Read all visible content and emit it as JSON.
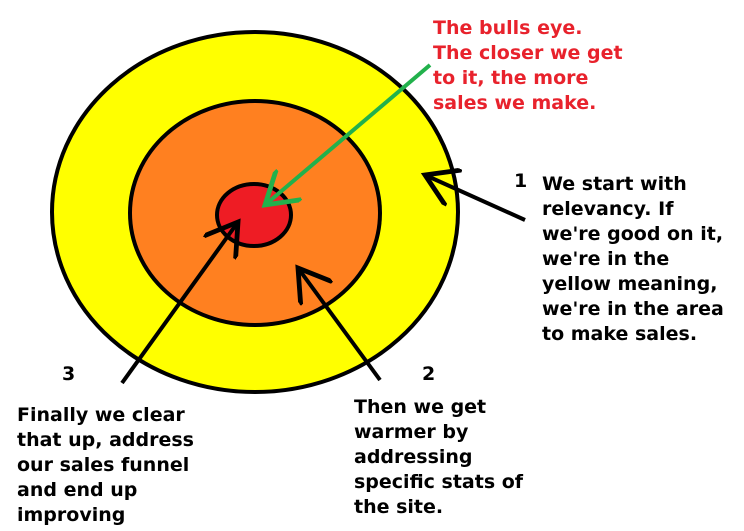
{
  "colors": {
    "outer_ring": "#ffff00",
    "middle_ring": "#ff8020",
    "bullseye": "#ee1c24",
    "outline": "#000000",
    "green_arrow": "#22b14c",
    "red_text": "#e8222c"
  },
  "annotations": {
    "bullseye_note": "The bulls eye.\nThe closer we get\nto it, the more\nsales we make.",
    "step1_number": "1",
    "step1_text": "We start with\nrelevancy. If\nwe're good on it,\nwe're in the\nyellow meaning,\nwe're in the area\nto make sales.",
    "step2_number": "2",
    "step2_text": "Then we get\nwarmer by\naddressing\nspecific stats of\nthe site.",
    "step3_number": "3",
    "step3_text": "Finally we clear\nthat up, address\nour sales funnel\nand end up\nimproving"
  }
}
